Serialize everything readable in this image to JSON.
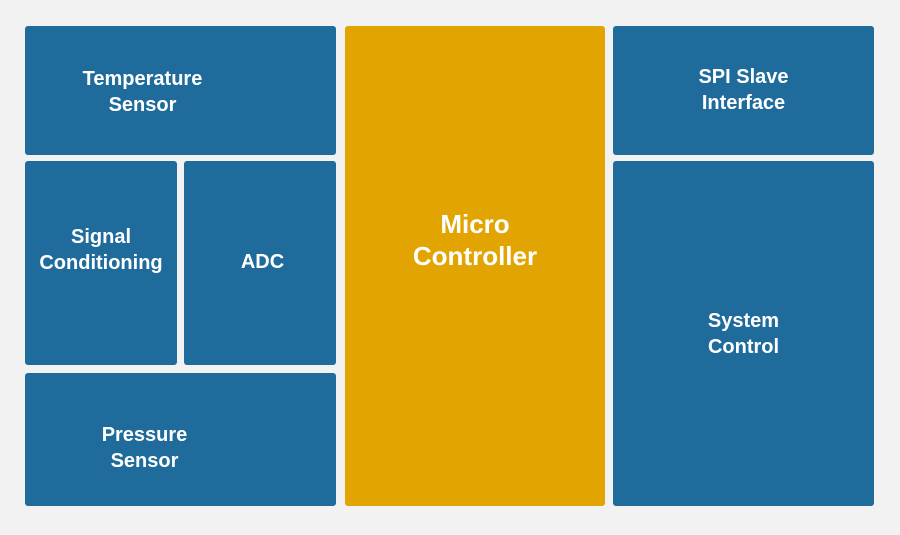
{
  "diagram": {
    "blocks": {
      "temperature_sensor": "Temperature\nSensor",
      "signal_conditioning": "Signal\nConditioning",
      "adc": "ADC",
      "pressure_sensor": "Pressure\nSensor",
      "micro_controller": "Micro\nController",
      "spi_slave_interface": "SPI Slave\nInterface",
      "system_control": "System\nControl"
    },
    "colors": {
      "background": "#f2f2f2",
      "block_blue": "#1f6b9c",
      "block_gold": "#e2a400",
      "text": "#ffffff"
    }
  }
}
